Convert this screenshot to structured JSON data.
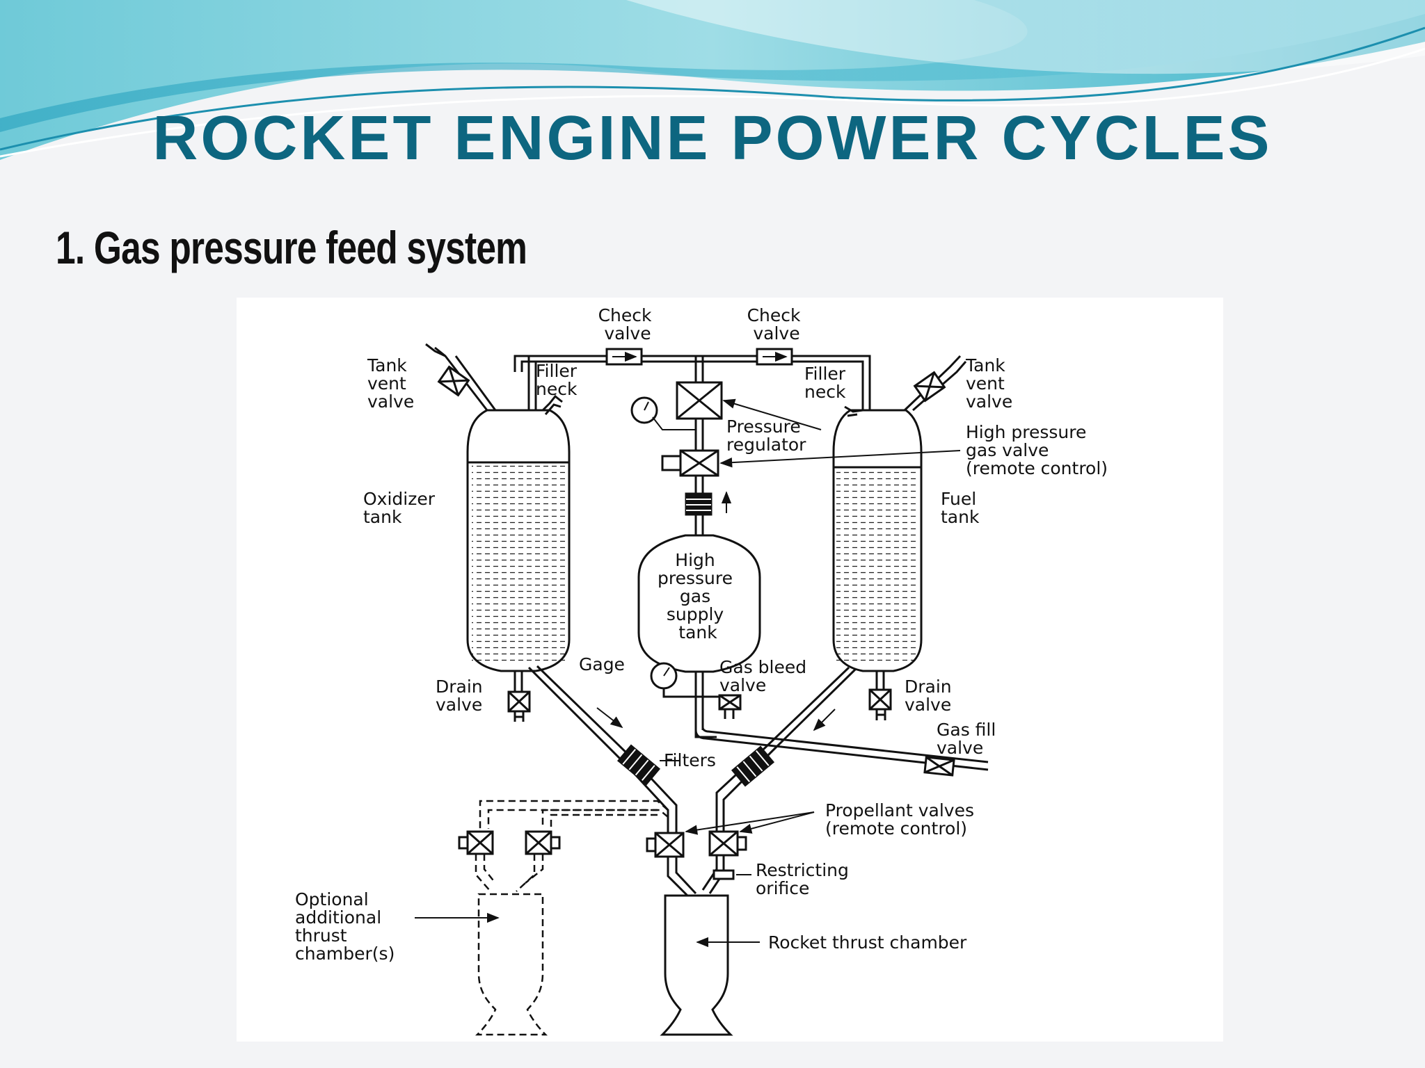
{
  "slide": {
    "title": "ROCKET ENGINE POWER CYCLES",
    "subtitle": "1. Gas pressure feed system"
  },
  "diagram": {
    "labels": {
      "check_valve_left": [
        "Check",
        "valve"
      ],
      "check_valve_right": [
        "Check",
        "valve"
      ],
      "tank_vent_valve_left": [
        "Tank",
        "vent",
        "valve"
      ],
      "tank_vent_valve_right": [
        "Tank",
        "vent",
        "valve"
      ],
      "filler_neck_left": [
        "Filler",
        "neck"
      ],
      "filler_neck_right": [
        "Filler",
        "neck"
      ],
      "pressure_regulator": [
        "Pressure",
        "regulator"
      ],
      "high_pressure_gas_valve": [
        "High pressure",
        "gas valve",
        "(remote control)"
      ],
      "oxidizer_tank": [
        "Oxidizer",
        "tank"
      ],
      "fuel_tank": [
        "Fuel",
        "tank"
      ],
      "gas_supply_tank": [
        "High",
        "pressure",
        "gas",
        "supply",
        "tank"
      ],
      "gage": [
        "Gage"
      ],
      "gas_bleed_valve": [
        "Gas bleed",
        "valve"
      ],
      "drain_valve_left": [
        "Drain",
        "valve"
      ],
      "drain_valve_right": [
        "Drain",
        "valve"
      ],
      "gas_fill_valve": [
        "Gas fill",
        "valve"
      ],
      "filters": [
        "Filters"
      ],
      "propellant_valves": [
        "Propellant valves",
        "(remote control)"
      ],
      "restricting_orifice": [
        "Restricting",
        "orifice"
      ],
      "optional_chambers": [
        "Optional",
        "additional",
        "thrust",
        "chamber(s)"
      ],
      "thrust_chamber": [
        "Rocket thrust chamber"
      ]
    }
  },
  "colors": {
    "title": "#0d6680",
    "wave_dark": "#1e9bb8",
    "wave_light": "#8fdbe6",
    "line": "#111111"
  }
}
